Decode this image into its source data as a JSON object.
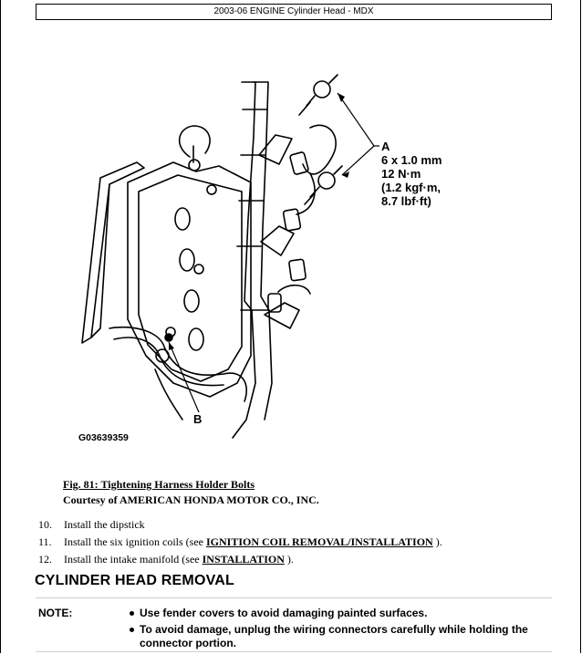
{
  "header": {
    "title": "2003-06 ENGINE Cylinder Head - MDX"
  },
  "figure": {
    "callout_a_letter": "A",
    "callout_a_lines": [
      "6 x 1.0 mm",
      "12 N·m",
      "(1.2 kgf·m,",
      "8.7 lbf·ft)"
    ],
    "callout_b_letter": "B",
    "code": "G03639359"
  },
  "caption": {
    "title": "Fig. 81: Tightening Harness Holder Bolts",
    "credit": "Courtesy of AMERICAN HONDA MOTOR CO., INC."
  },
  "steps": [
    {
      "num": "10.",
      "text": "Install the dipstick",
      "link": "",
      "after": ""
    },
    {
      "num": "11.",
      "text": "Install the six ignition coils (see ",
      "link": "IGNITION COIL REMOVAL/INSTALLATION",
      "after": " )."
    },
    {
      "num": "12.",
      "text": "Install the intake manifold (see ",
      "link": "INSTALLATION",
      "after": " )."
    }
  ],
  "section": {
    "title": "CYLINDER HEAD REMOVAL"
  },
  "note": {
    "label": "NOTE:",
    "items": [
      "Use fender covers to avoid damaging painted surfaces.",
      "To avoid damage, unplug the wiring connectors carefully while holding the connector portion."
    ]
  }
}
